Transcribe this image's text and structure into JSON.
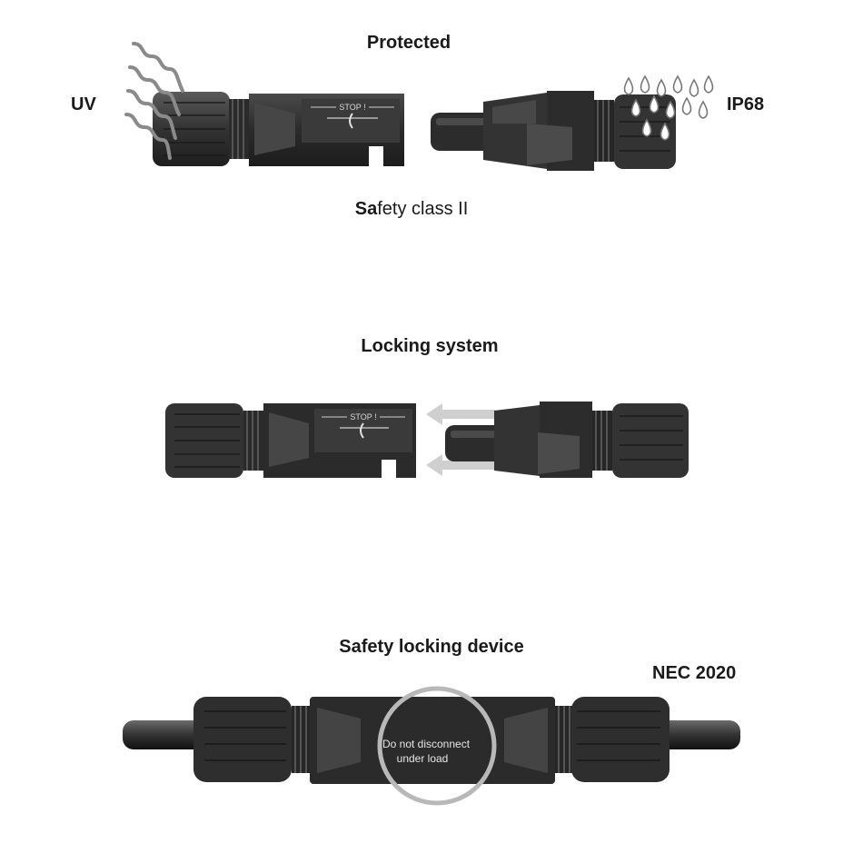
{
  "section1": {
    "title": "Protected",
    "left_label": "UV",
    "right_label": "IP68",
    "bottom_label_bold": "Sa",
    "bottom_label_rest": "fety class II",
    "connector_text": "STOP !"
  },
  "section2": {
    "title": "Locking system",
    "connector_text": "STOP !"
  },
  "section3": {
    "title": "Safety locking device",
    "badge": "NEC 2020",
    "warning_line1": "Do  not  disconnect",
    "warning_line2": "under  load"
  },
  "colors": {
    "connector_dark": "#2b2b2b",
    "connector_mid": "#3c3c3c",
    "connector_light": "#565656",
    "wave_gray": "#8a8a8a",
    "arrow_gray": "#c8c8c8",
    "ring_gray": "#b8b8b8"
  }
}
